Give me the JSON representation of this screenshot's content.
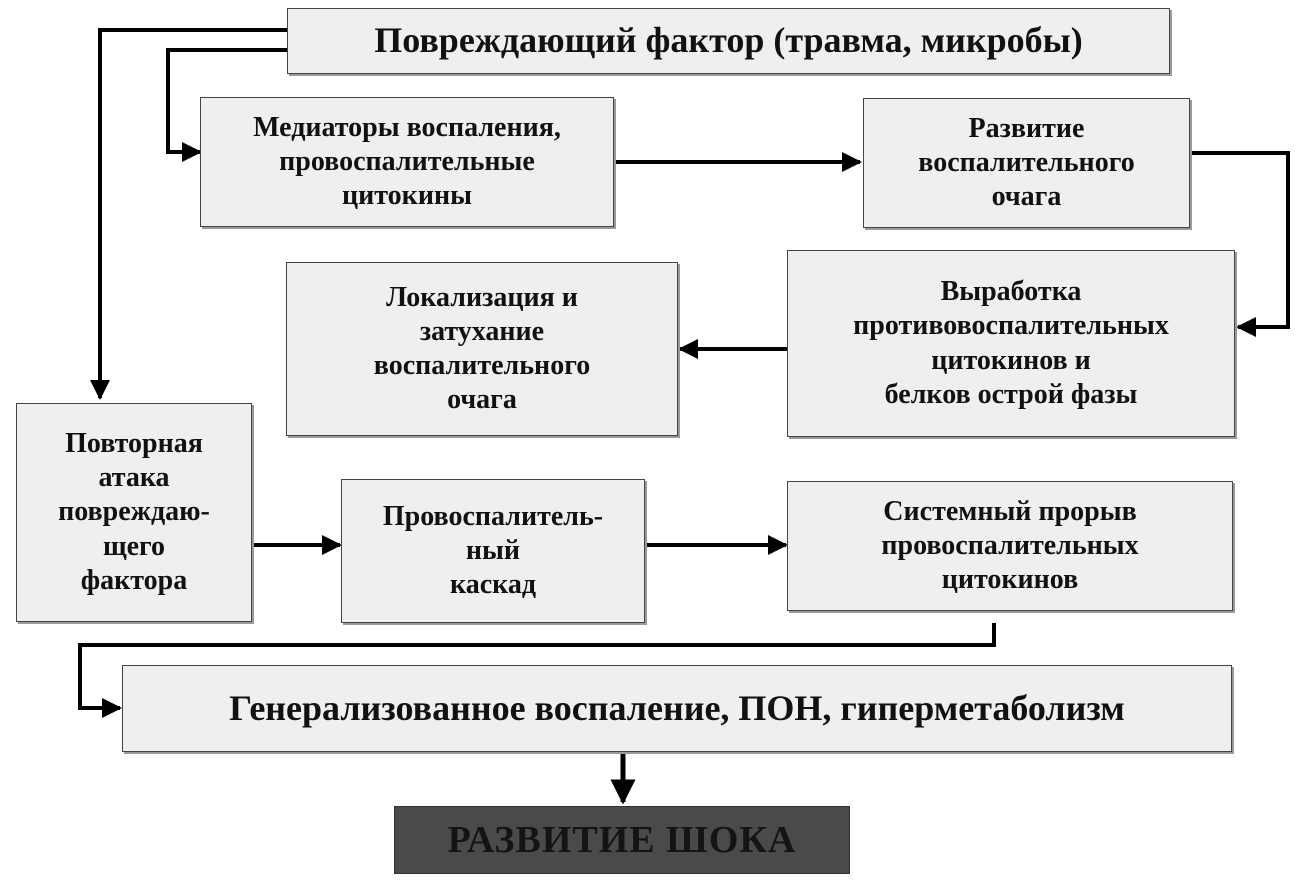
{
  "nodes": {
    "damaging_factor": "Повреждающий фактор (травма, микробы)",
    "mediators": "Медиаторы воспаления,\nпровоспалительные\nцитокины",
    "focus_development": "Развитие\nвоспалительного\nочага",
    "anti_inflammatory": "Выработка\nпротивовоспалительных\nцитокинов и\nбелков острой фазы",
    "localization": "Локализация и\nзатухание\nвоспалительного\nочага",
    "repeated_attack": "Повторная\nатака\nповреждаю-\nщего\nфактора",
    "cascade": "Провоспалитель-\nный\nкаскад",
    "systemic_breakthrough": "Системный прорыв\nпровоспалительных\nцитокинов",
    "generalized": "Генерализованное воспаление, ПОН, гиперметаболизм",
    "shock": "РАЗВИТИЕ ШОКА"
  },
  "colors": {
    "box_fill": "#efefef",
    "box_border": "#444444",
    "arrow": "#000000",
    "shock_fill": "#4a4a4a",
    "text": "#111111"
  }
}
